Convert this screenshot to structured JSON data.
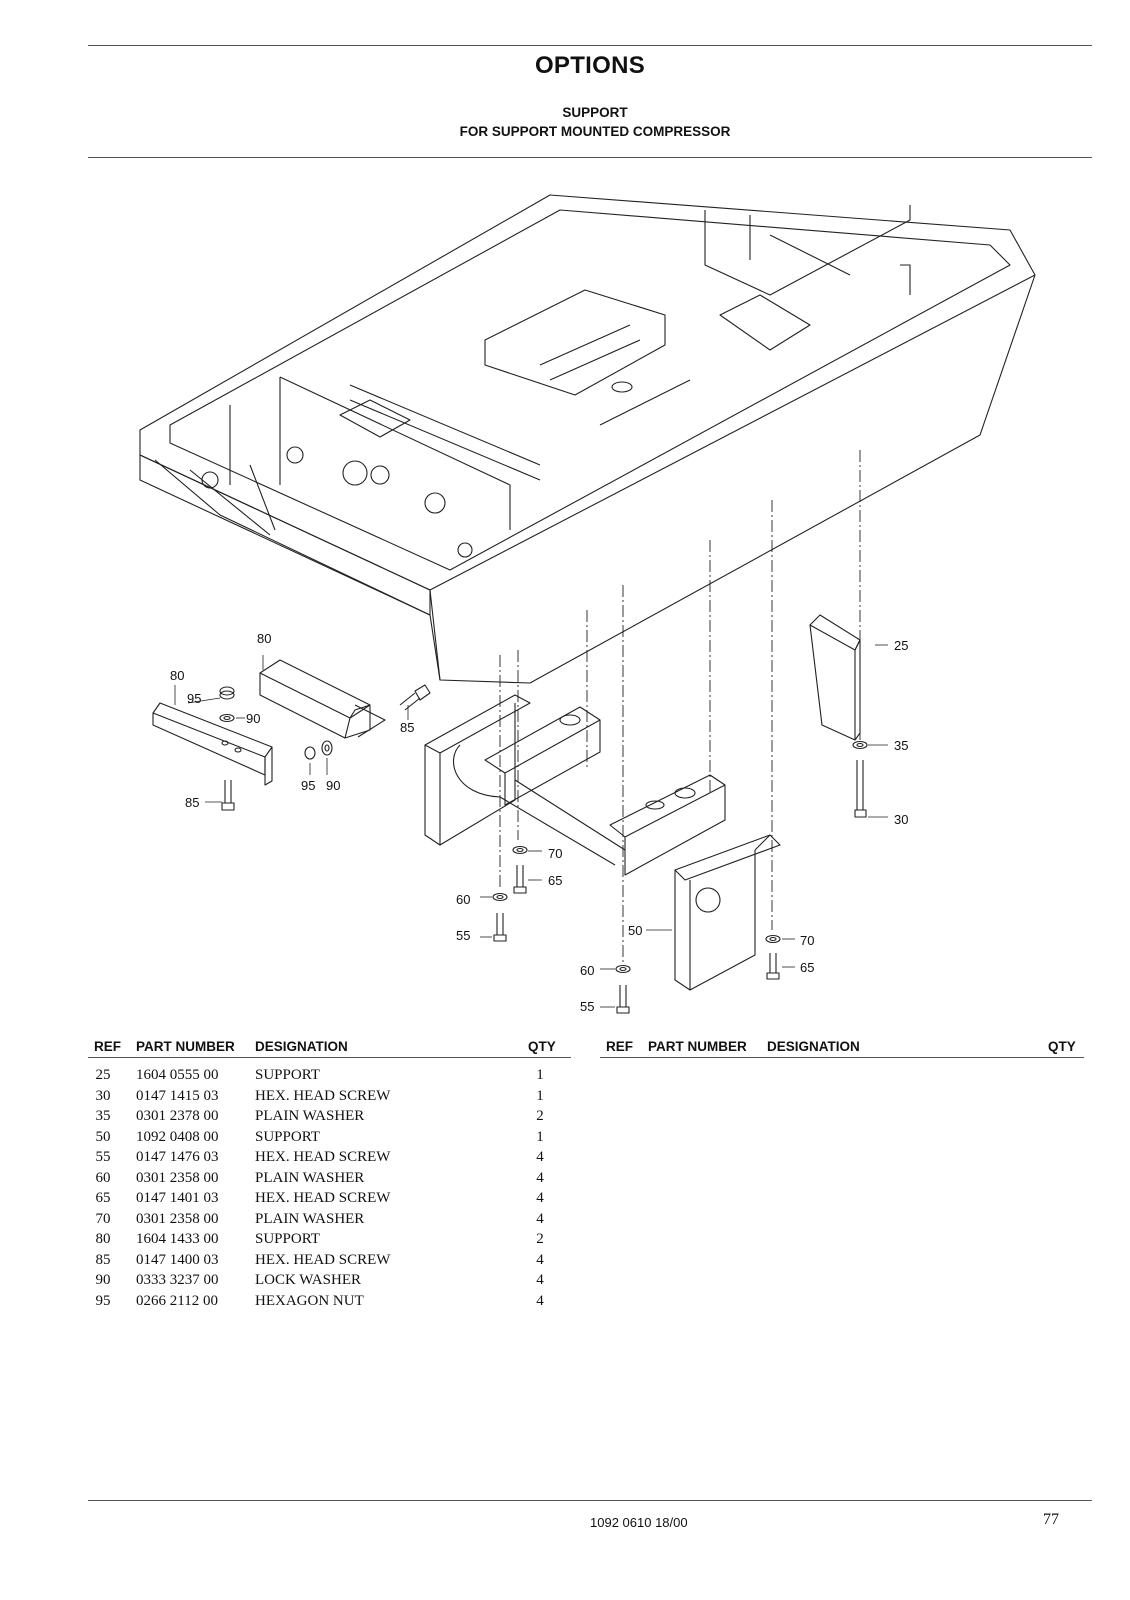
{
  "header": {
    "title": "OPTIONS",
    "subtitle_line1": "SUPPORT",
    "subtitle_line2": "FOR SUPPORT MOUNTED COMPRESSOR"
  },
  "drawing": {
    "callouts": [
      "80",
      "80",
      "95",
      "90",
      "85",
      "95",
      "90",
      "85",
      "25",
      "35",
      "30",
      "70",
      "65",
      "60",
      "55",
      "50",
      "70",
      "65",
      "60",
      "55"
    ]
  },
  "table": {
    "headers": {
      "ref": "REF",
      "part_number": "PART NUMBER",
      "designation": "DESIGNATION",
      "qty": "QTY"
    },
    "rows": [
      {
        "ref": "25",
        "part_number": "1604 0555 00",
        "designation": "SUPPORT",
        "qty": "1"
      },
      {
        "ref": "30",
        "part_number": "0147 1415 03",
        "designation": "HEX. HEAD SCREW",
        "qty": "1"
      },
      {
        "ref": "35",
        "part_number": "0301 2378 00",
        "designation": "PLAIN WASHER",
        "qty": "2"
      },
      {
        "ref": "50",
        "part_number": "1092 0408 00",
        "designation": "SUPPORT",
        "qty": "1"
      },
      {
        "ref": "55",
        "part_number": "0147 1476 03",
        "designation": "HEX. HEAD SCREW",
        "qty": "4"
      },
      {
        "ref": "60",
        "part_number": "0301 2358 00",
        "designation": "PLAIN WASHER",
        "qty": "4"
      },
      {
        "ref": "65",
        "part_number": "0147 1401 03",
        "designation": "HEX. HEAD SCREW",
        "qty": "4"
      },
      {
        "ref": "70",
        "part_number": "0301 2358 00",
        "designation": "PLAIN WASHER",
        "qty": "4"
      },
      {
        "ref": "80",
        "part_number": "1604 1433 00",
        "designation": "SUPPORT",
        "qty": "2"
      },
      {
        "ref": "85",
        "part_number": "0147 1400 03",
        "designation": "HEX. HEAD SCREW",
        "qty": "4"
      },
      {
        "ref": "90",
        "part_number": "0333 3237 00",
        "designation": "LOCK WASHER",
        "qty": "4"
      },
      {
        "ref": "95",
        "part_number": "0266 2112 00",
        "designation": "HEXAGON NUT",
        "qty": "4"
      }
    ]
  },
  "footer": {
    "doc_number": "1092 0610 18/00",
    "page_number": "77"
  }
}
